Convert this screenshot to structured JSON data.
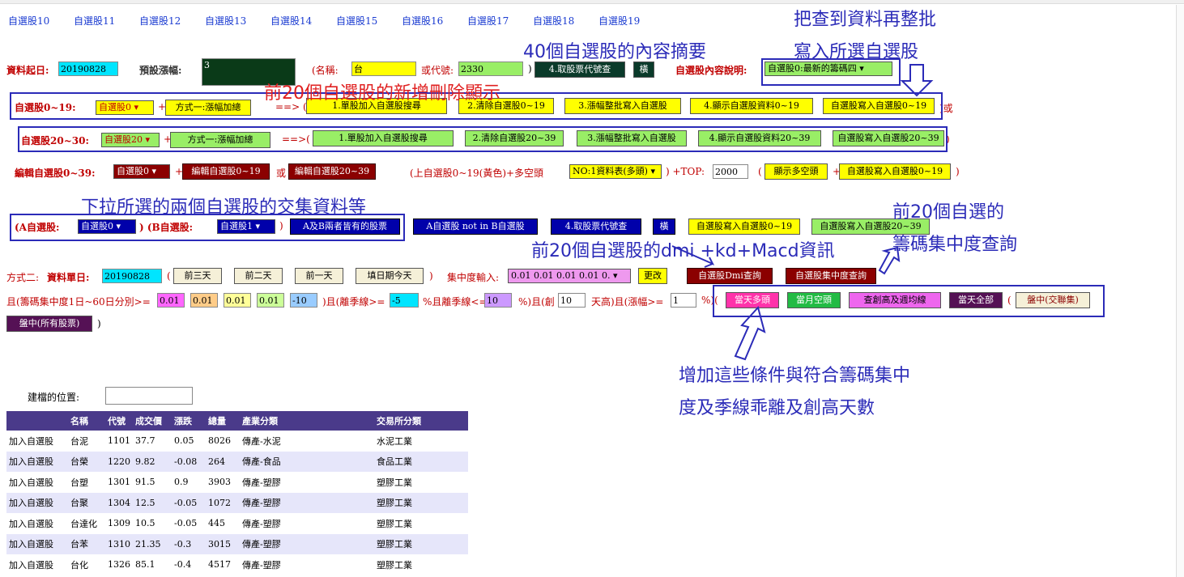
{
  "top_links": [
    "自選股10",
    "自選股11",
    "自選股12",
    "自選股13",
    "自選股14",
    "自選股15",
    "自選股16",
    "自選股17",
    "自選股18",
    "自選股19"
  ],
  "row1": {
    "start_label": "資料起日:",
    "start_value": "20190828",
    "preset_label": "預設漲幅:",
    "preset_value": "3",
    "name_label": "(名稱:",
    "name_value": "台",
    "code_label": "或代號:",
    "code_value": "2330",
    "close_paren": ")",
    "fetch_btn": "4.取股票代號查",
    "horiz_btn": "橫",
    "desc_label": "自選股內容說明:",
    "desc_select": "自選股0:最新的籌碼四"
  },
  "row2": {
    "label": "自選股0~19:",
    "select": "自選股0",
    "plus": "+",
    "method": "方式一:漲幅加總",
    "arrow": "==> (",
    "buttons": [
      "1.單股加入自選股搜尋",
      "2.清除自選股0~19",
      "3.漲幅整批寫入自選股",
      "4.顯示自選股資料0~19",
      "自選股寫入自選股0~19"
    ],
    "tail": ")或"
  },
  "row3": {
    "label": "自選股20~30:",
    "select": "自選股20",
    "plus": "+",
    "method": "方式一:漲幅加總",
    "arrow": "==>(",
    "buttons": [
      "1.單股加入自選股搜尋",
      "2.清除自選股20~39",
      "3.漲幅整批寫入自選股",
      "4.顯示自選股資料20~39",
      "自選股寫入自選股20~39"
    ],
    "tail": ")"
  },
  "row4": {
    "label": "編輯自選股0~39:",
    "select": "自選股0",
    "plus": "+",
    "edit_btn1": "編輯自選股0~19",
    "or": "或",
    "edit_btn2": "編輯自選股20~39",
    "note": "(上自選股0~19(黃色)+多空頭",
    "no_select": "NO:1資料表(多頭)",
    "top_label": ") +TOP:",
    "top_value": "2000",
    "open_paren": "(",
    "show_btn": "顯示多空頭",
    "plus2": "+",
    "write_btn": "自選股寫入自選股0~19",
    "close_paren": ")"
  },
  "row5": {
    "a_label": "(A自選股:",
    "a_select": "自選股0",
    "b_label": ") (B自選股:",
    "b_select": "自選股1",
    "close_paren": ")",
    "both_btn": "A及B兩者皆有的股票",
    "notin_btn": "A自選股 not in B自選股",
    "fetch_btn": "4.取股票代號查",
    "horiz_btn": "橫",
    "write_btn1": "自選股寫入自選股0~19",
    "write_btn2": "自選股寫入自選股20~39"
  },
  "row6": {
    "method2": "方式二:",
    "single_label": "資料單日:",
    "single_value": "20190828",
    "open_paren": "(",
    "b3": "前三天",
    "b2": "前二天",
    "b1": "前一天",
    "today": "填日期今天",
    "close_paren": ")",
    "conc_label": "集中度輸入:",
    "conc_select": "0.01 0.01 0.01 0.01 0.",
    "change_btn": "更改",
    "dmi_btn": "自選股Dmi查詢",
    "conc_btn": "自選股集中度查詢"
  },
  "row7": {
    "cond1": "且(籌碼集中度1日~60日分別>=",
    "v1": "0.01",
    "v2": "0.01",
    "v3": "0.01",
    "v4": "0.01",
    "v5": "-10",
    "cond2": ")且(離季線>=",
    "v6": "-5",
    "cond3": "%且離季線<=",
    "v7": "10",
    "cond4": "%)且(創",
    "v8": "10",
    "cond5": "天高)且(漲幅>=",
    "v9": "1",
    "cond6": "%)(",
    "btn_today_bull": "當天多頭",
    "btn_month_bear": "當月空頭",
    "btn_high_weekly": "查創高及週均線",
    "btn_today_all": "當天全部",
    "paren": "(",
    "btn_intraday_inter": "盤中(交聯集)",
    "btn_intraday_all": "盤中(所有股票)",
    "tail": ")"
  },
  "build_label": "建檔的位置:",
  "table": {
    "headers": [
      "",
      "名稱",
      "代號",
      "成交價",
      "漲跌",
      "總量",
      "產業分類",
      "交易所分類"
    ],
    "rows": [
      [
        "加入自選股",
        "台泥",
        "1101",
        "37.7",
        "0.05",
        "8026",
        "傳產-水泥",
        "水泥工業"
      ],
      [
        "加入自選股",
        "台榮",
        "1220",
        "9.82",
        "-0.08",
        "264",
        "傳產-食品",
        "食品工業"
      ],
      [
        "加入自選股",
        "台塑",
        "1301",
        "91.5",
        "0.9",
        "3903",
        "傳產-塑膠",
        "塑膠工業"
      ],
      [
        "加入自選股",
        "台聚",
        "1304",
        "12.5",
        "-0.05",
        "1072",
        "傳產-塑膠",
        "塑膠工業"
      ],
      [
        "加入自選股",
        "台達化",
        "1309",
        "10.5",
        "-0.05",
        "445",
        "傳產-塑膠",
        "塑膠工業"
      ],
      [
        "加入自選股",
        "台苯",
        "1310",
        "21.35",
        "-0.3",
        "3015",
        "傳產-塑膠",
        "塑膠工業"
      ],
      [
        "加入自選股",
        "台化",
        "1326",
        "85.1",
        "-0.4",
        "4517",
        "傳產-塑膠",
        "塑膠工業"
      ]
    ]
  },
  "annotations": {
    "a1": "把查到資料再整批",
    "a2": "寫入所選自選股",
    "a3": "40個自選股的內容摘要",
    "a4": "前20個自選股的新增刪除顯示",
    "a5": "下拉所選的兩個自選股的交集資料等",
    "a6": "前20個自選的",
    "a7": "籌碼集中度查詢",
    "a8": "前20個自選股的dmi +kd+Macd資訊",
    "a9": "增加這些條件與符合籌碼集中",
    "a10": "度及季線乖離及創高天數"
  }
}
